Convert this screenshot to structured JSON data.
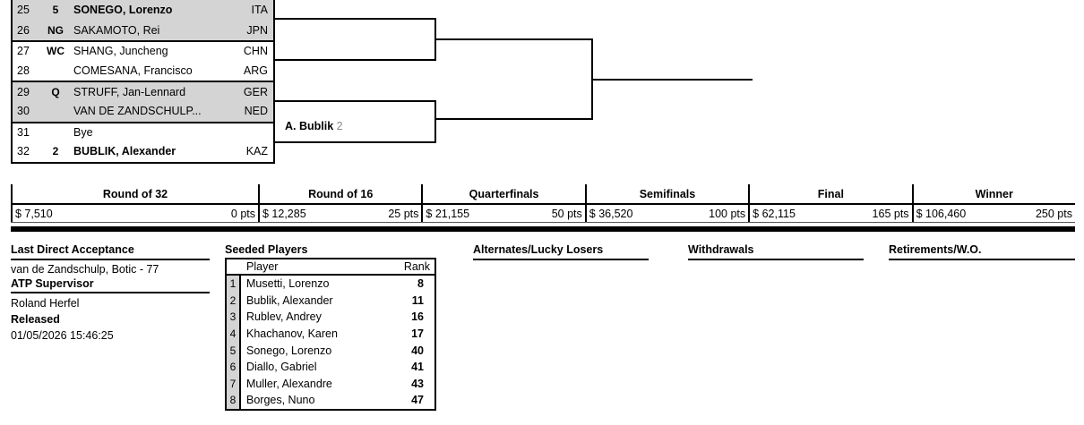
{
  "draw": {
    "rows": [
      {
        "num": "25",
        "status": "5",
        "name": "SONEGO, Lorenzo",
        "nat": "ITA",
        "seeded": true,
        "shade": "shaded",
        "pairtop": true
      },
      {
        "num": "26",
        "status": "NG",
        "name": "SAKAMOTO, Rei",
        "nat": "JPN",
        "seeded": false,
        "shade": "shaded",
        "pairtop": false
      },
      {
        "num": "27",
        "status": "WC",
        "name": "SHANG, Juncheng",
        "nat": "CHN",
        "seeded": false,
        "shade": "white",
        "pairtop": true
      },
      {
        "num": "28",
        "status": "",
        "name": "COMESANA, Francisco",
        "nat": "ARG",
        "seeded": false,
        "shade": "white",
        "pairtop": false
      },
      {
        "num": "29",
        "status": "Q",
        "name": "STRUFF, Jan-Lennard",
        "nat": "GER",
        "seeded": false,
        "shade": "shaded",
        "pairtop": true
      },
      {
        "num": "30",
        "status": "",
        "name": "VAN DE ZANDSCHULP...",
        "nat": "NED",
        "seeded": false,
        "shade": "shaded",
        "pairtop": false
      },
      {
        "num": "31",
        "status": "",
        "name": "Bye",
        "nat": "",
        "seeded": false,
        "shade": "white",
        "pairtop": true
      },
      {
        "num": "32",
        "status": "2",
        "name": "BUBLIK, Alexander",
        "nat": "KAZ",
        "seeded": true,
        "shade": "white",
        "pairtop": false
      }
    ],
    "round2_winner": {
      "name": "A. Bublik",
      "seed": "2"
    }
  },
  "prize": {
    "columns": [
      {
        "label": "Round of 32",
        "money": "$ 7,510",
        "points": "0 pts"
      },
      {
        "label": "Round of 16",
        "money": "$ 12,285",
        "points": "25 pts"
      },
      {
        "label": "Quarterfinals",
        "money": "$ 21,155",
        "points": "50 pts"
      },
      {
        "label": "Semifinals",
        "money": "$ 36,520",
        "points": "100 pts"
      },
      {
        "label": "Final",
        "money": "$ 62,115",
        "points": "165 pts"
      },
      {
        "label": "Winner",
        "money": "$ 106,460",
        "points": "250 pts"
      }
    ]
  },
  "info": {
    "last_direct_acceptance_title": "Last Direct Acceptance",
    "last_direct_acceptance_value": "van de Zandschulp, Botic - 77",
    "atp_supervisor_title": "ATP Supervisor",
    "atp_supervisor_value": "Roland Herfel",
    "released_title": "Released",
    "released_value": "01/05/2026 15:46:25"
  },
  "seeded": {
    "title": "Seeded Players",
    "header": {
      "player": "Player",
      "rank": "Rank"
    },
    "rows": [
      {
        "seed": "1",
        "name": "Musetti, Lorenzo",
        "rank": "8"
      },
      {
        "seed": "2",
        "name": "Bublik, Alexander",
        "rank": "11"
      },
      {
        "seed": "3",
        "name": "Rublev, Andrey",
        "rank": "16"
      },
      {
        "seed": "4",
        "name": "Khachanov, Karen",
        "rank": "17"
      },
      {
        "seed": "5",
        "name": "Sonego, Lorenzo",
        "rank": "40"
      },
      {
        "seed": "6",
        "name": "Diallo, Gabriel",
        "rank": "41"
      },
      {
        "seed": "7",
        "name": "Muller, Alexandre",
        "rank": "43"
      },
      {
        "seed": "8",
        "name": "Borges, Nuno",
        "rank": "47"
      }
    ]
  },
  "sections": {
    "alternates": "Alternates/Lucky Losers",
    "withdrawals": "Withdrawals",
    "retirements": "Retirements/W.O."
  }
}
